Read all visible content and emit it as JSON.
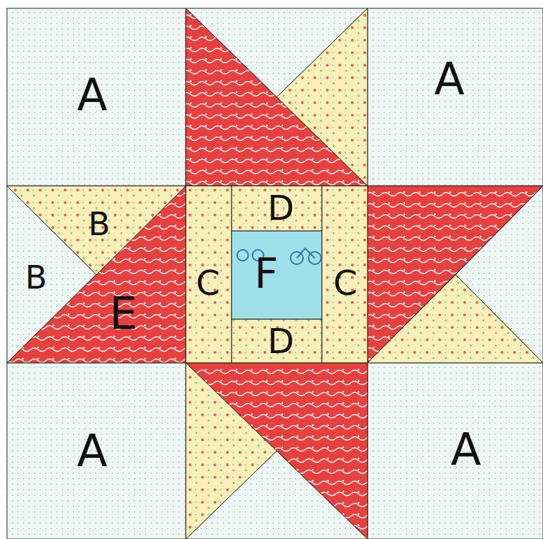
{
  "diagram": {
    "labels": [
      "A",
      "A",
      "B",
      "D",
      "B",
      "F",
      "C",
      "C",
      "E",
      "D",
      "A",
      "A"
    ]
  }
}
